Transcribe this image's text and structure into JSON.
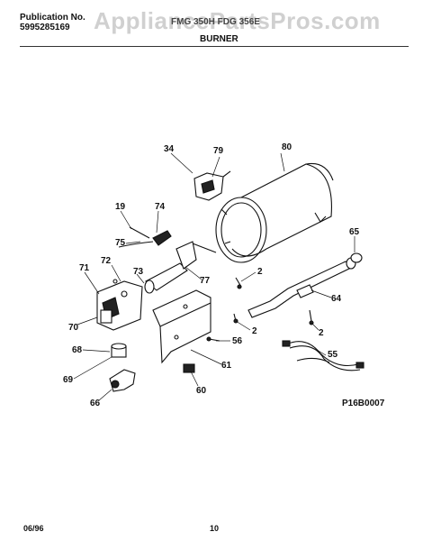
{
  "header": {
    "publication_label": "Publication No.",
    "publication_number": "5995285169",
    "watermark": "AppliancePartsPros.com",
    "model_text": "FMG 350H    FDG 356E",
    "section_title": "BURNER"
  },
  "callouts": {
    "c34": "34",
    "c79": "79",
    "c80": "80",
    "c19": "19",
    "c74": "74",
    "c75": "75",
    "c65": "65",
    "c71": "71",
    "c72": "72",
    "c73": "73",
    "c2a": "2",
    "c77": "77",
    "c64": "64",
    "c70": "70",
    "c2b": "2",
    "c2c": "2",
    "c56": "56",
    "c68": "68",
    "c61": "61",
    "c55": "55",
    "c69": "69",
    "c60": "60",
    "c66": "66"
  },
  "diagram_code": "P16B0007",
  "footer": {
    "date": "06/96",
    "page": "10"
  }
}
